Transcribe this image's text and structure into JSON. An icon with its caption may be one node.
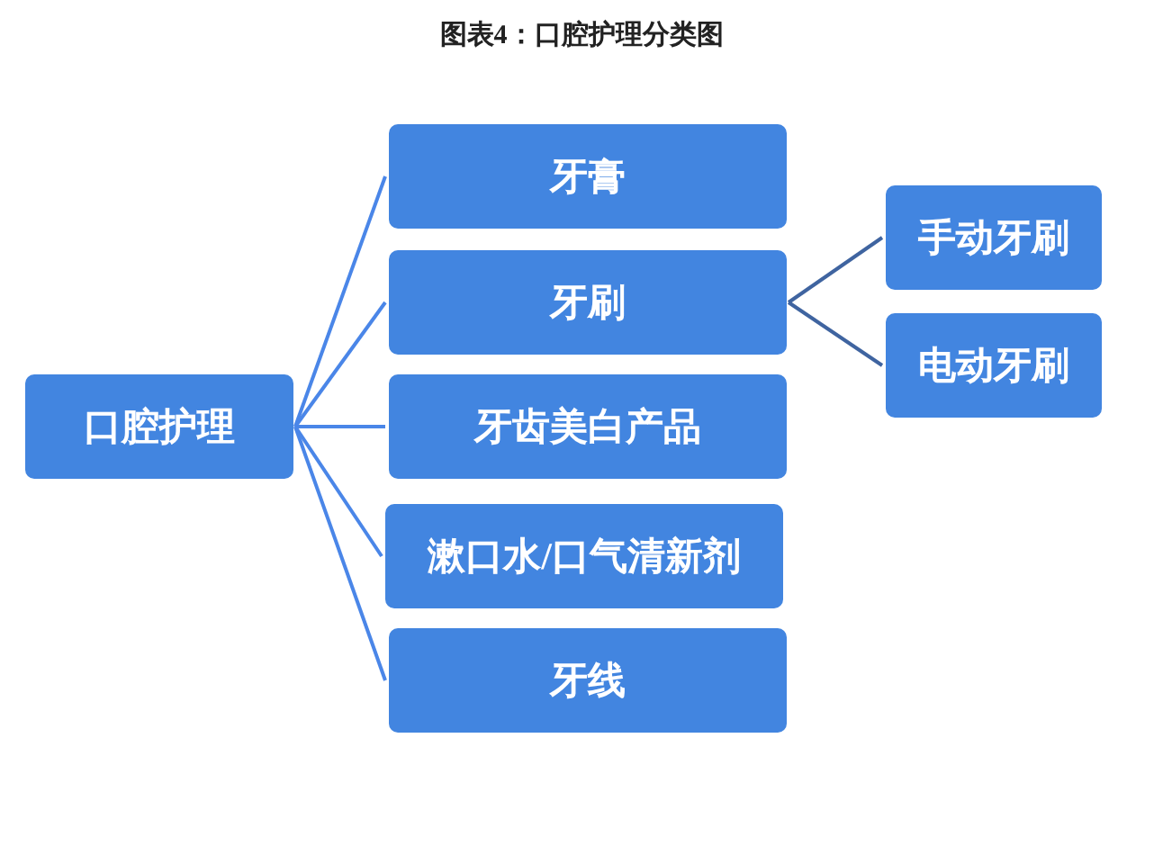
{
  "diagram": {
    "title": "图表4：口腔护理分类图",
    "nodes": [
      {
        "text": [
          "口腔护理"
        ]
      },
      {
        "text": [
          "牙膏"
        ]
      },
      {
        "text": [
          "牙刷"
        ]
      },
      {
        "text": [
          "牙齿美白产品"
        ]
      },
      {
        "text": [
          "漱口水/口气清新剂"
        ]
      },
      {
        "text": [
          "牙线"
        ]
      },
      {
        "text": [
          "手动牙刷"
        ]
      },
      {
        "text": [
          "电动牙刷"
        ]
      }
    ],
    "edges": [
      {
        "from": 0,
        "to": 1,
        "arrow": "none"
      },
      {
        "from": 0,
        "to": 2,
        "arrow": "none"
      },
      {
        "from": 0,
        "to": 3,
        "arrow": "none"
      },
      {
        "from": 0,
        "to": 4,
        "arrow": "none"
      },
      {
        "from": 0,
        "to": 5,
        "arrow": "none"
      },
      {
        "from": 2,
        "to": 6,
        "arrow": "none",
        "color": "#3f64a0"
      },
      {
        "from": 2,
        "to": 7,
        "arrow": "none",
        "color": "#3f64a0"
      }
    ]
  }
}
